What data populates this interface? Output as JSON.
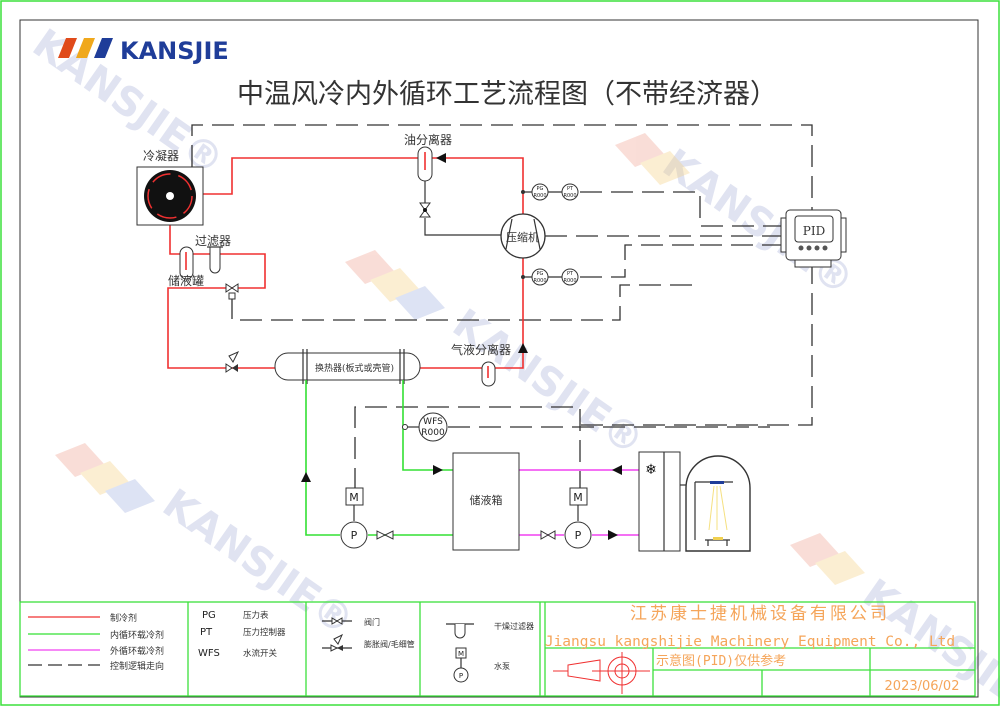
{
  "logo": {
    "text": "KANSJIE",
    "colors": [
      "#e04a1a",
      "#f0a81c",
      "#1f3d99"
    ]
  },
  "title": "中温风冷内外循环工艺流程图（不带经济器）",
  "watermark": "KANSJIE®",
  "components": {
    "condenser": "冷凝器",
    "oil_separator": "油分离器",
    "compressor": "压缩机",
    "filter": "过滤器",
    "receiver": "储液罐",
    "heat_exchanger": "换热器(板式或壳管)",
    "gas_liquid_separator": "气液分离器",
    "pid": "PID",
    "tank": "储液箱",
    "gauges": [
      {
        "top": "PG",
        "bottom": "R000"
      },
      {
        "top": "PT",
        "bottom": "R000"
      },
      {
        "top": "PG",
        "bottom": "R000"
      },
      {
        "top": "PT",
        "bottom": "R000"
      }
    ],
    "wfs": {
      "top": "WFS",
      "bottom": "R000"
    },
    "motor": "M",
    "pump": "P"
  },
  "legend": {
    "lines": [
      {
        "label": "制冷剂",
        "color": "#f03030"
      },
      {
        "label": "内循环载冷剂",
        "color": "#33e033"
      },
      {
        "label": "外循环载冷剂",
        "color": "#f040f0"
      },
      {
        "label": "控制逻辑走向",
        "color": "#333333"
      }
    ],
    "abbreviations": [
      {
        "code": "PG",
        "label": "压力表"
      },
      {
        "code": "PT",
        "label": "压力控制器"
      },
      {
        "code": "WFS",
        "label": "水流开关"
      }
    ],
    "valves": [
      {
        "label": "阀门"
      },
      {
        "label": "膨胀阀/毛细管"
      }
    ],
    "other": [
      {
        "label": "干燥过滤器"
      },
      {
        "label": "水泵",
        "m": "M",
        "p": "P"
      }
    ]
  },
  "title_block": {
    "company_cn": "江苏康士捷机械设备有限公司",
    "company_en": "Jiangsu kangshijie Machinery Equipment Co., Ltd",
    "note": "示意图(PID)仅供参考",
    "date": "2023/06/02",
    "text_color": "#f5a55a"
  }
}
